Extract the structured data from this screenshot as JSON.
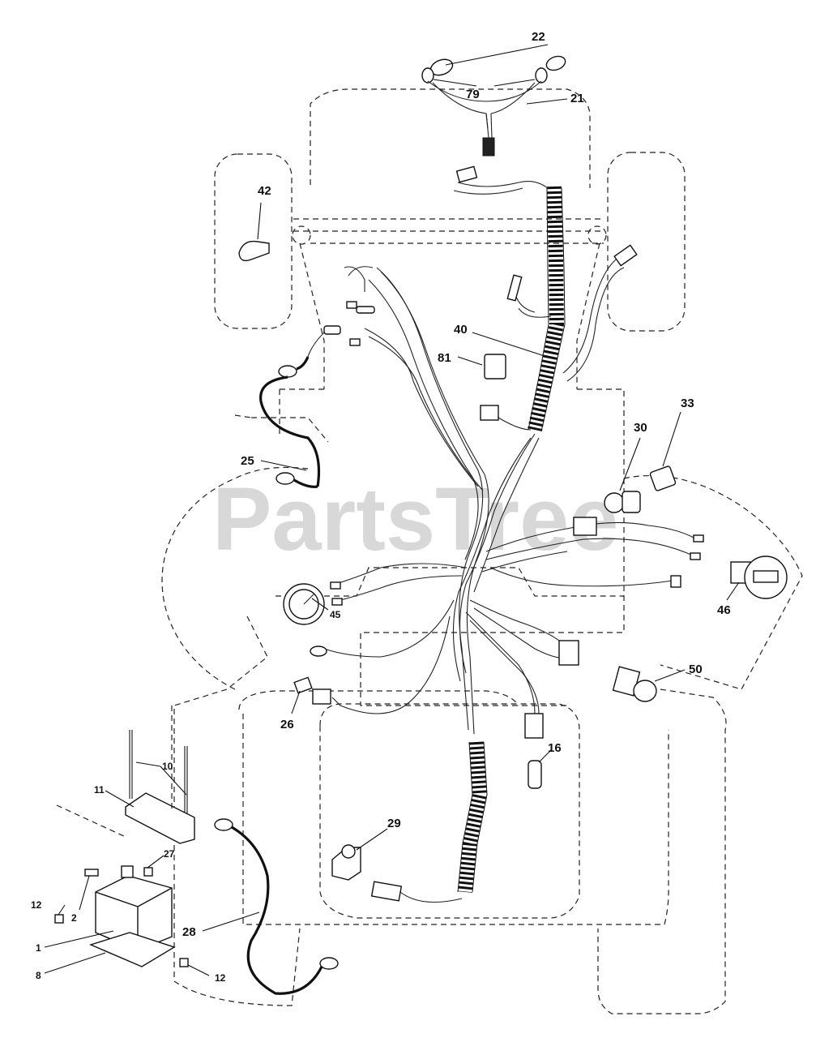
{
  "watermark": "PartsTree",
  "callouts": [
    {
      "id": "22",
      "text": "22"
    },
    {
      "id": "79",
      "text": "79"
    },
    {
      "id": "21",
      "text": "21"
    },
    {
      "id": "42",
      "text": "42"
    },
    {
      "id": "40",
      "text": "40"
    },
    {
      "id": "81",
      "text": "81"
    },
    {
      "id": "33",
      "text": "33"
    },
    {
      "id": "30",
      "text": "30"
    },
    {
      "id": "25",
      "text": "25"
    },
    {
      "id": "46",
      "text": "46"
    },
    {
      "id": "45",
      "text": "45"
    },
    {
      "id": "50",
      "text": "50"
    },
    {
      "id": "26",
      "text": "26"
    },
    {
      "id": "16",
      "text": "16"
    },
    {
      "id": "10",
      "text": "10"
    },
    {
      "id": "11",
      "text": "11"
    },
    {
      "id": "29",
      "text": "29"
    },
    {
      "id": "27",
      "text": "27"
    },
    {
      "id": "12a",
      "text": "12"
    },
    {
      "id": "2",
      "text": "2"
    },
    {
      "id": "28",
      "text": "28"
    },
    {
      "id": "1",
      "text": "1"
    },
    {
      "id": "8",
      "text": "8"
    },
    {
      "id": "12b",
      "text": "12"
    }
  ]
}
